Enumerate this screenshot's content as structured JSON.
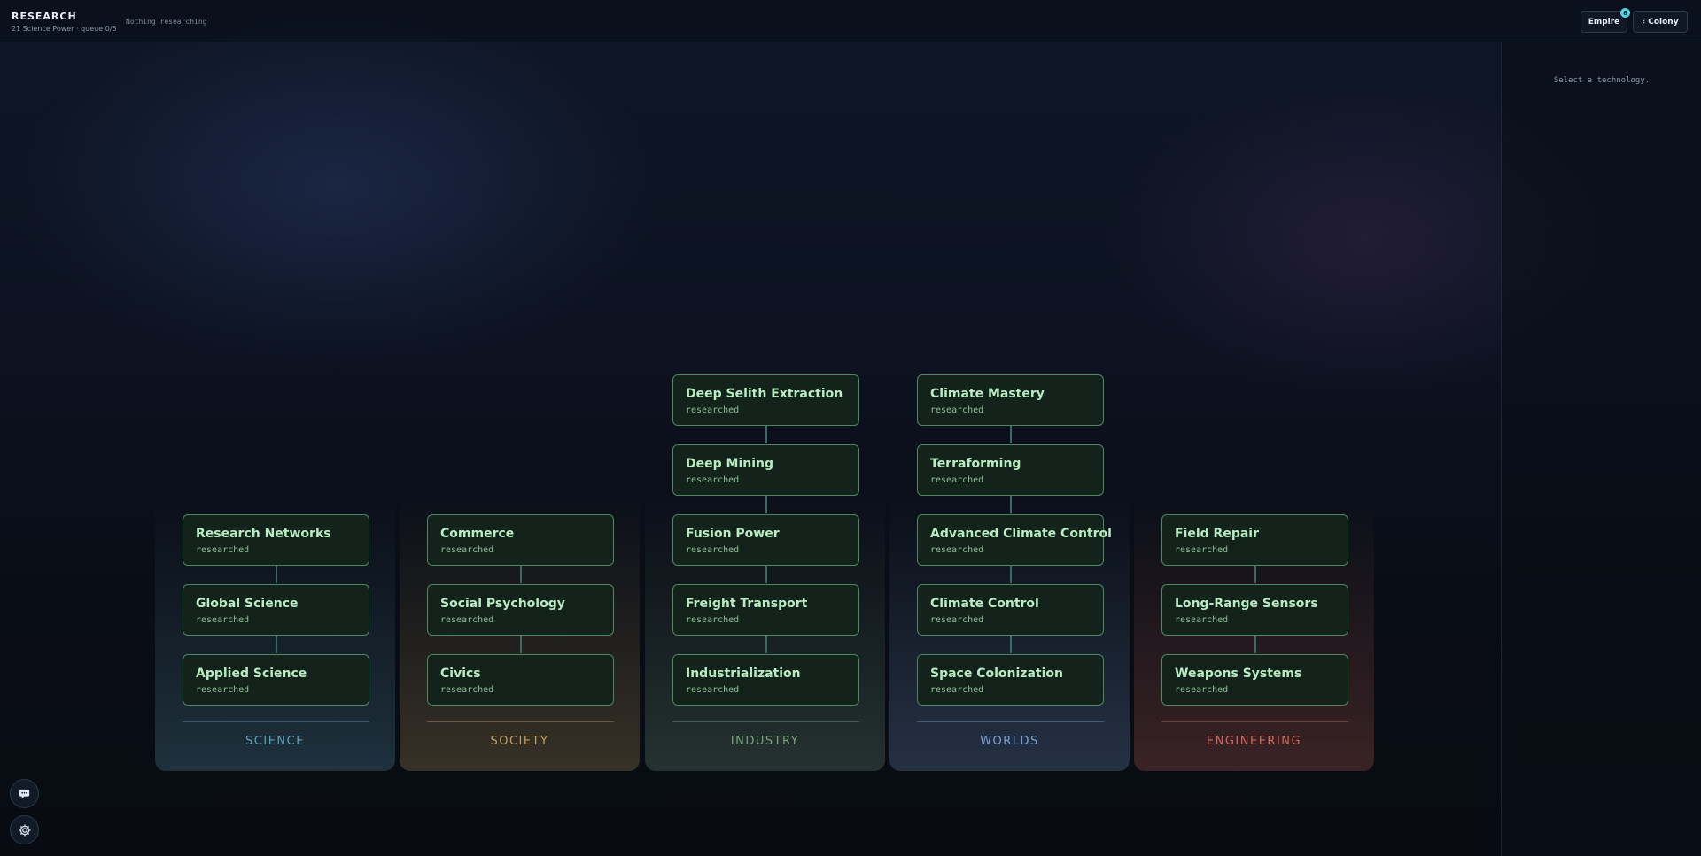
{
  "header": {
    "title": "RESEARCH",
    "subtitle": "21 Science Power · queue 0/5",
    "status": "Nothing researching",
    "empire_label": "Empire",
    "empire_badge": "6",
    "colony_label": "‹ Colony"
  },
  "side_panel": {
    "text": "Select a technology."
  },
  "columns": [
    {
      "label": "SCIENCE",
      "color": "#5fa0b8",
      "techs": [
        {
          "name": "Research Networks",
          "status": "researched"
        },
        {
          "name": "Global Science",
          "status": "researched"
        },
        {
          "name": "Applied Science",
          "status": "researched"
        }
      ]
    },
    {
      "label": "SOCIETY",
      "color": "#c2a160",
      "techs": [
        {
          "name": "Commerce",
          "status": "researched"
        },
        {
          "name": "Social Psychology",
          "status": "researched"
        },
        {
          "name": "Civics",
          "status": "researched"
        }
      ]
    },
    {
      "label": "INDUSTRY",
      "color": "#78a484",
      "techs": [
        {
          "name": "Deep Selith Extraction",
          "status": "researched"
        },
        {
          "name": "Deep Mining",
          "status": "researched"
        },
        {
          "name": "Fusion Power",
          "status": "researched"
        },
        {
          "name": "Freight Transport",
          "status": "researched"
        },
        {
          "name": "Industrialization",
          "status": "researched"
        }
      ]
    },
    {
      "label": "WORLDS",
      "color": "#7aa2d6",
      "techs": [
        {
          "name": "Climate Mastery",
          "status": "researched"
        },
        {
          "name": "Terraforming",
          "status": "researched"
        },
        {
          "name": "Advanced Climate Control",
          "status": "researched"
        },
        {
          "name": "Climate Control",
          "status": "researched"
        },
        {
          "name": "Space Colonization",
          "status": "researched"
        }
      ]
    },
    {
      "label": "ENGINEERING",
      "color": "#d0695a",
      "techs": [
        {
          "name": "Field Repair",
          "status": "researched"
        },
        {
          "name": "Long-Range Sensors",
          "status": "researched"
        },
        {
          "name": "Weapons Systems",
          "status": "researched"
        }
      ]
    }
  ],
  "bottom_left": {
    "chat_icon": "chat-icon",
    "settings_icon": "gear-icon"
  }
}
